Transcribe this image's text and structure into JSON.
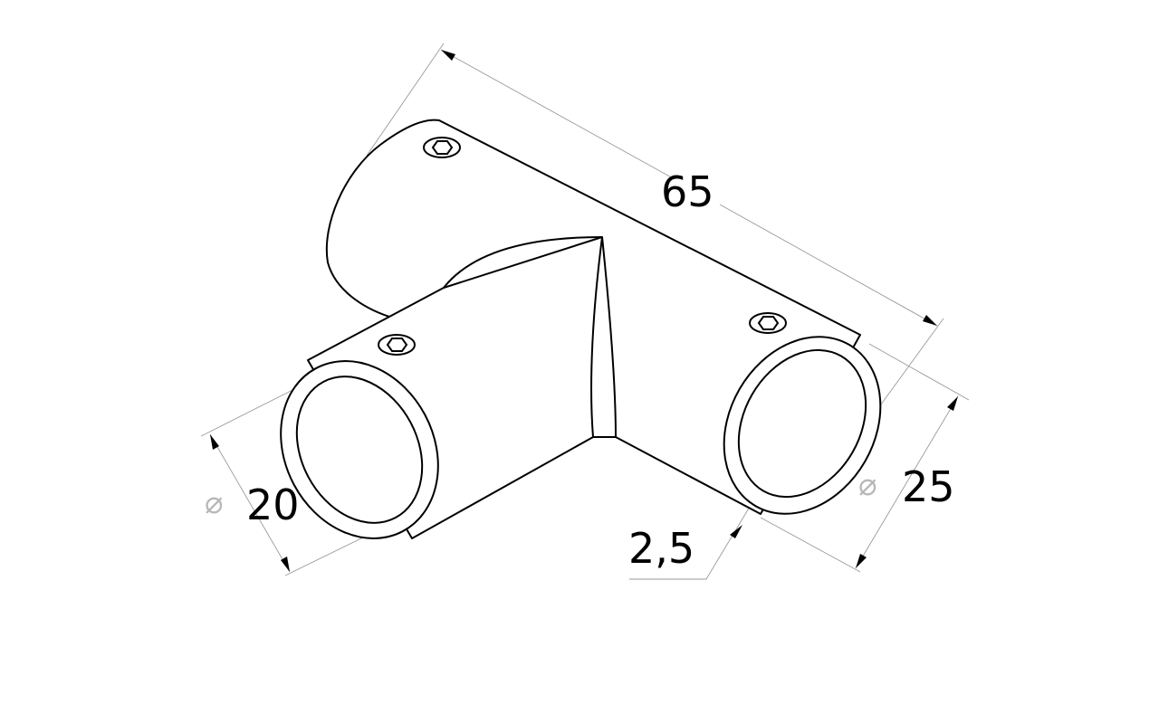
{
  "drawing": {
    "title": "T-connector pipe fitting",
    "dimensions": {
      "length": {
        "value": "65"
      },
      "small_diameter": {
        "symbol": "⌀",
        "value": "20"
      },
      "large_diameter": {
        "symbol": "⌀",
        "value": "25"
      },
      "wall_thickness": {
        "value": "2,5"
      }
    }
  }
}
